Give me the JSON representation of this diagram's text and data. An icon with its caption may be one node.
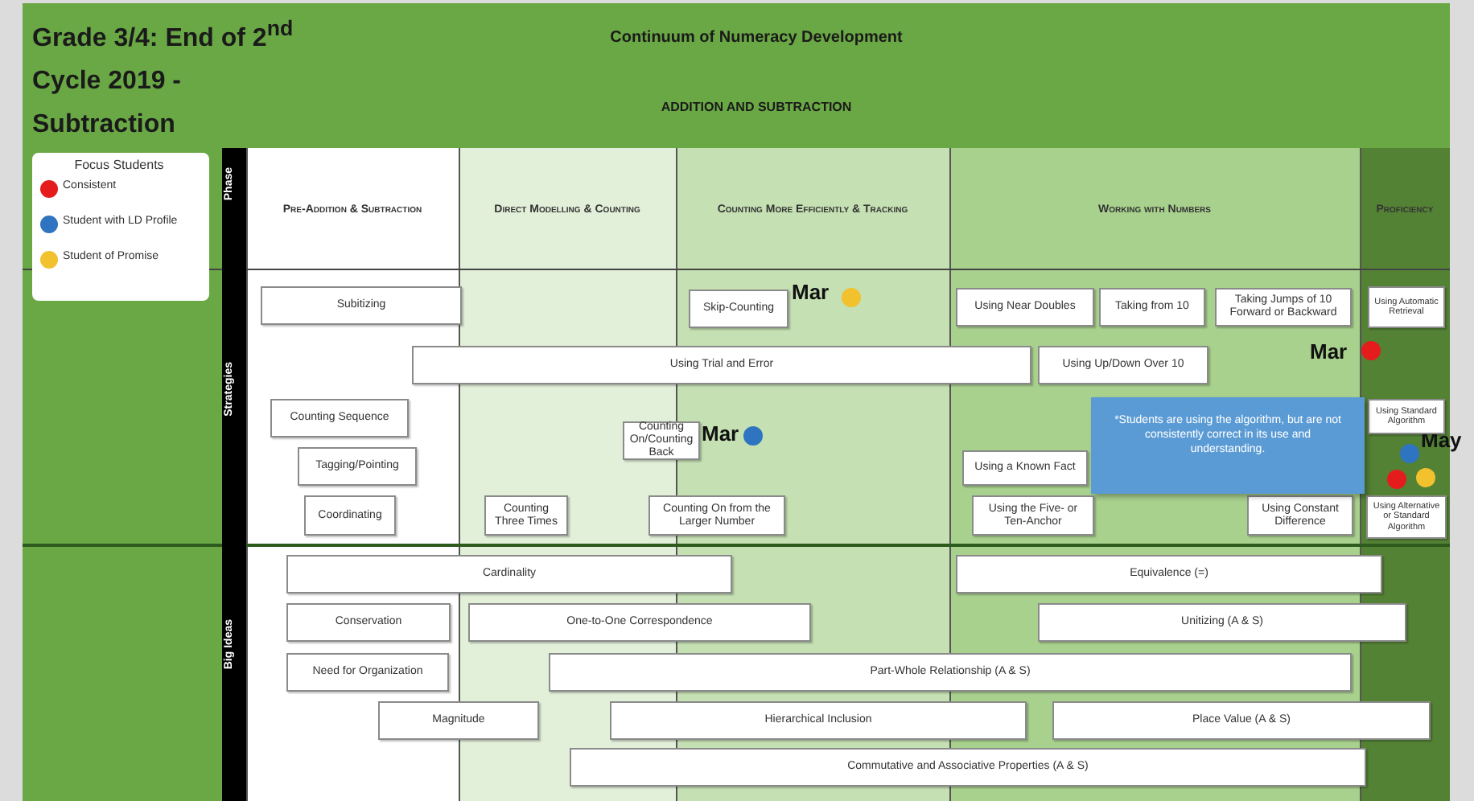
{
  "diagram": {
    "title": "Grade 3/4: End of 2$^{nd}$ Cycle 2019 - Subtraction",
    "nodes": [
      {
        "text": [
          "Subitizing"
        ]
      },
      {
        "text": [
          "Skip-Counting"
        ]
      },
      {
        "text": [
          "Using Near Doubles"
        ]
      },
      {
        "text": [
          "Taking from 10"
        ]
      },
      {
        "text": [
          "Taking Jumps of 10 Forward or Backward"
        ]
      },
      {
        "text": [
          "Using Automatic Retrieval"
        ]
      },
      {
        "text": [
          "Using Trial and Error"
        ]
      },
      {
        "text": [
          "Using Up/Down Over 10"
        ]
      },
      {
        "text": [
          "Counting Sequence"
        ]
      },
      {
        "text": [
          "Counting On/Counting Back"
        ]
      },
      {
        "text": [
          "Tagging/Pointing"
        ]
      },
      {
        "text": [
          "Using a Known Fact"
        ]
      },
      {
        "text": [
          "Coordinating"
        ]
      },
      {
        "text": [
          "Counting Three Times"
        ]
      },
      {
        "text": [
          "Counting On from the Larger Number"
        ]
      },
      {
        "text": [
          "Using the Five- or Ten-Anchor"
        ]
      },
      {
        "text": [
          "Using Constant Difference"
        ]
      },
      {
        "text": [
          "Using Standard Algorithm"
        ]
      },
      {
        "text": [
          "Using Alternative or Standard Algorithm"
        ]
      },
      {
        "text": [
          "*Students are using the algorithm, but are not consistently correct in its use and understanding."
        ]
      },
      {
        "text": [
          "Cardinality"
        ]
      },
      {
        "text": [
          "Equivalence (=)"
        ]
      },
      {
        "text": [
          "Conservation"
        ]
      },
      {
        "text": [
          "One-to-One Correspondence"
        ]
      },
      {
        "text": [
          "Unitizing (A & S)"
        ]
      },
      {
        "text": [
          "Need for Organization"
        ]
      },
      {
        "text": [
          "Part-Whole Relationship (A & S)"
        ]
      },
      {
        "text": [
          "Magnitude"
        ]
      },
      {
        "text": [
          "Hierarchical Inclusion"
        ]
      },
      {
        "text": [
          "Place Value (A & S)"
        ]
      },
      {
        "text": [
          "Commutative and Associative Properties (A & S)"
        ]
      }
    ],
    "edges": [],
    "labels": [
      "Continuum of Numeracy Development",
      "ADDITION AND SUBTRACTION",
      "Focus Students",
      "Pre-Addition & Subtraction",
      "Direct Modelling & Counting",
      "Counting More Efficiently & Tracking",
      "Working with Numbers",
      "Proficiency",
      "Phase",
      "Strategies",
      "Big Ideas",
      "Mar",
      "Mar",
      "Mar",
      "May"
    ],
    "legend": [
      {
        "text": "Consistent",
        "color": "#e51c1c"
      },
      {
        "text": "Student with LD Profile",
        "color": "#2f74c0"
      },
      {
        "text": "Student of Promise",
        "color": "#f2c12e"
      }
    ]
  }
}
